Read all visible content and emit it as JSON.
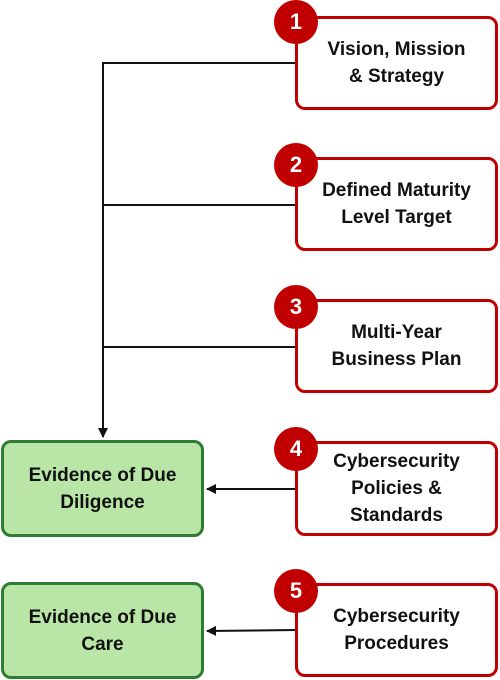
{
  "colors": {
    "step_border": "#c00000",
    "step_badge": "#c00000",
    "outcome_border": "#2e7d32",
    "outcome_fill": "#b9e6a6",
    "connector": "#111111"
  },
  "steps": [
    {
      "number": "1",
      "label": "Vision, Mission\n& Strategy"
    },
    {
      "number": "2",
      "label": "Defined Maturity\nLevel Target"
    },
    {
      "number": "3",
      "label": "Multi-Year\nBusiness Plan"
    },
    {
      "number": "4",
      "label": "Cybersecurity\nPolicies &\nStandards"
    },
    {
      "number": "5",
      "label": "Cybersecurity\nProcedures"
    }
  ],
  "outcomes": [
    {
      "label": "Evidence of Due\nDiligence"
    },
    {
      "label": "Evidence of Due\nCare"
    }
  ]
}
